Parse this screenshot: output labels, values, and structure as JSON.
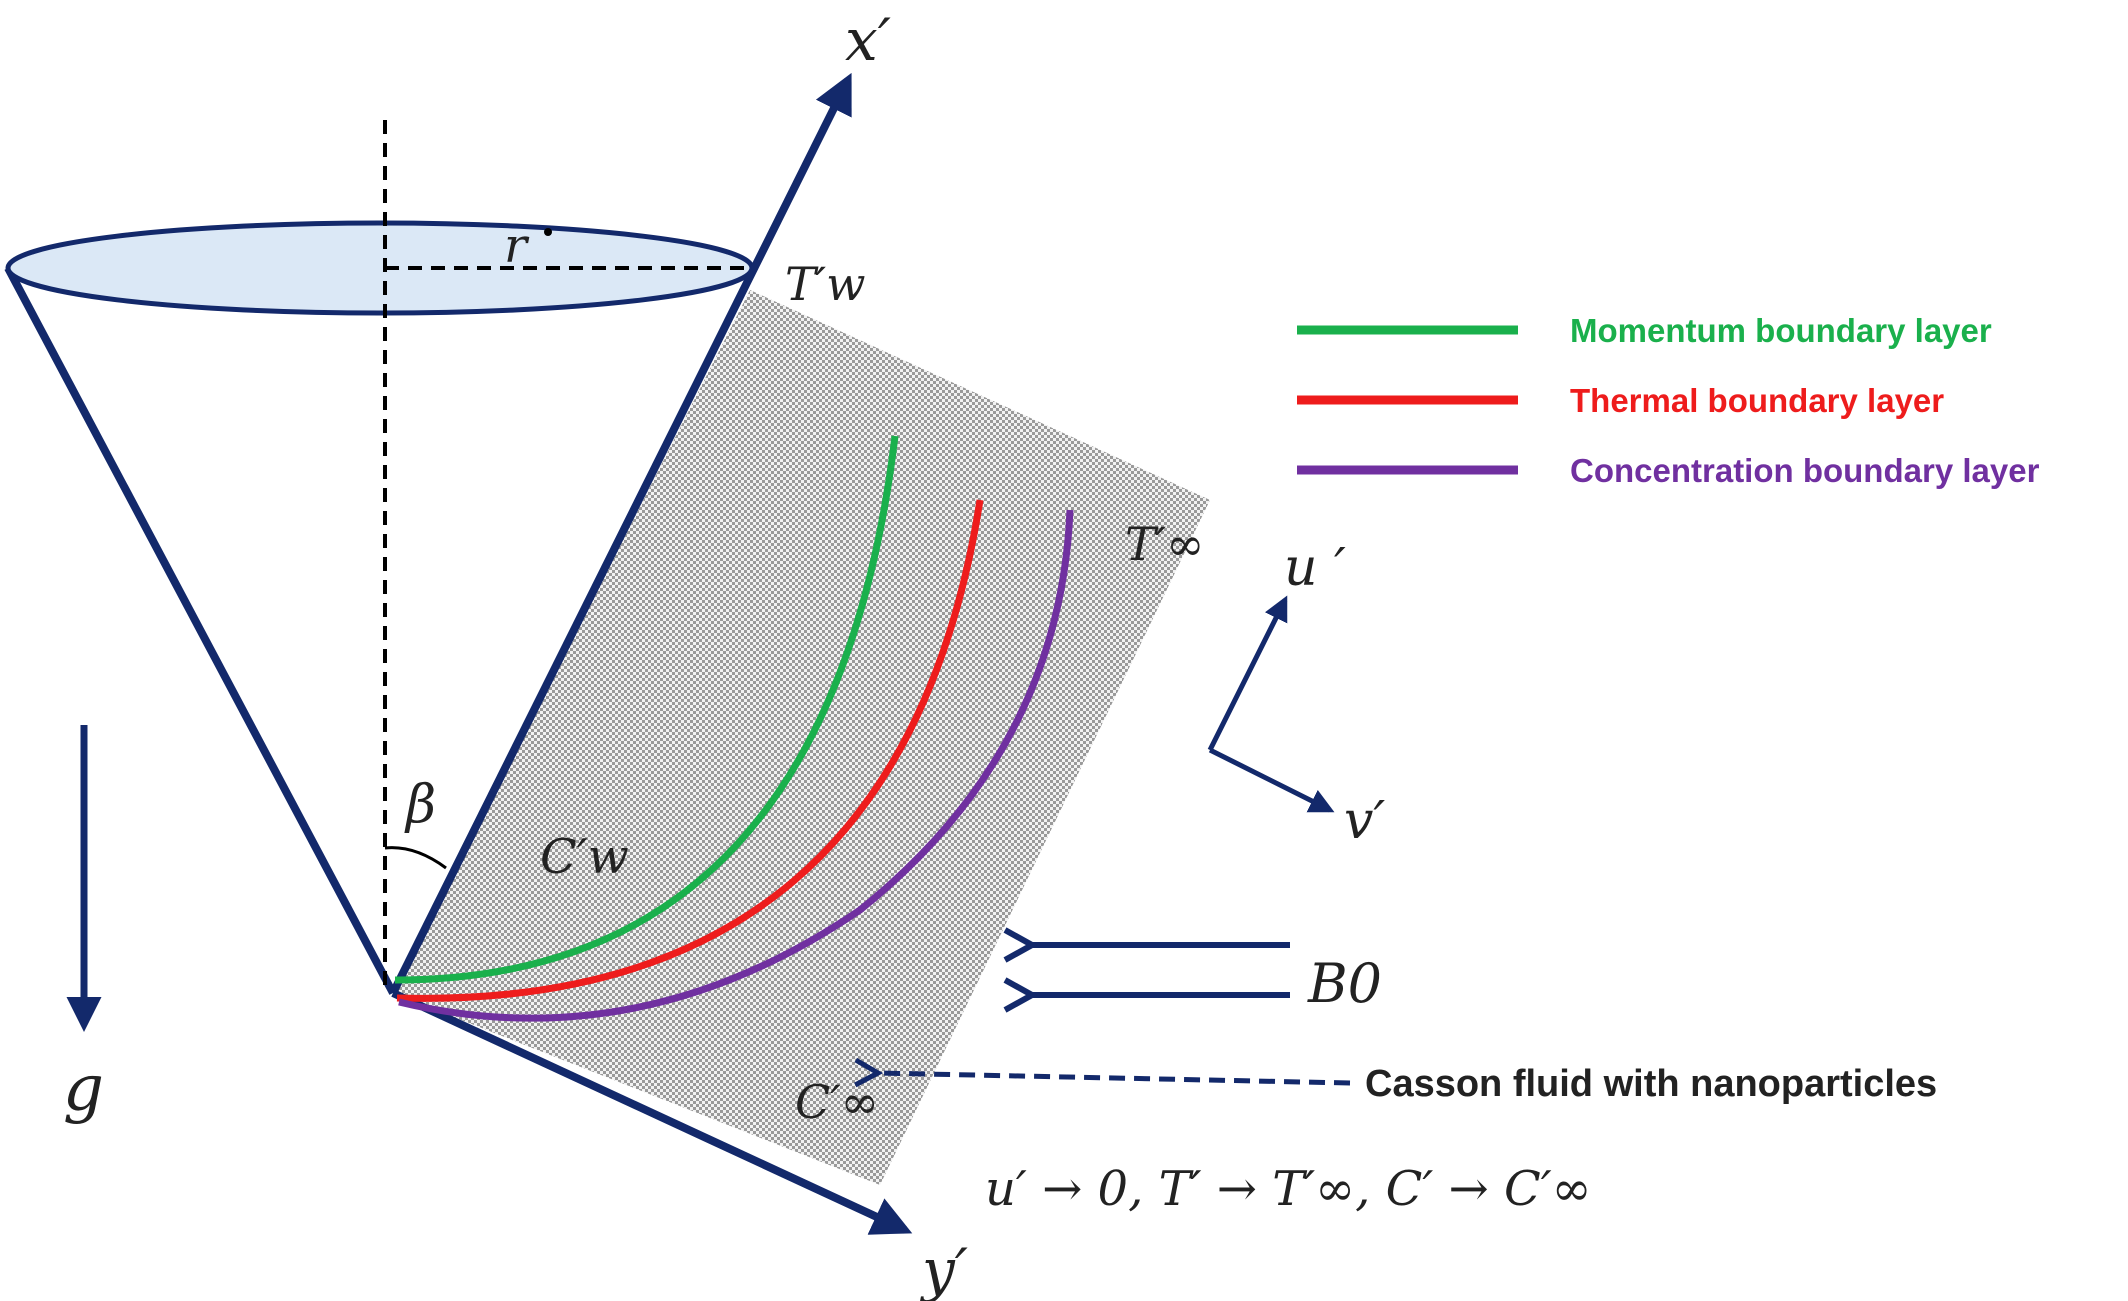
{
  "axes": {
    "x_axis": "x′",
    "y_axis": "y′",
    "gravity": "g",
    "angle": "β",
    "radius": "r"
  },
  "labels": {
    "wall_temperature": "T′w",
    "wall_concentration": "C′w",
    "ambient_temperature": "T′∞",
    "ambient_concentration": "C′∞",
    "magnetic_field": "B0",
    "velocity_u": "u ′",
    "velocity_v": "v′",
    "fluid": "Casson fluid with nanoparticles",
    "boundary_condition": "u′ → 0,  T′ → T′∞,  C′ → C′∞"
  },
  "legend": [
    {
      "label": "Momentum boundary layer",
      "color": "#1ab04c"
    },
    {
      "label": "Thermal boundary layer",
      "color": "#ee1c1c"
    },
    {
      "label": "Concentration boundary layer",
      "color": "#7030a0"
    }
  ],
  "colors": {
    "axis": "#13296b",
    "cone_top_fill": "#dbe8f6",
    "shaded_region": "#c8c8c8"
  }
}
